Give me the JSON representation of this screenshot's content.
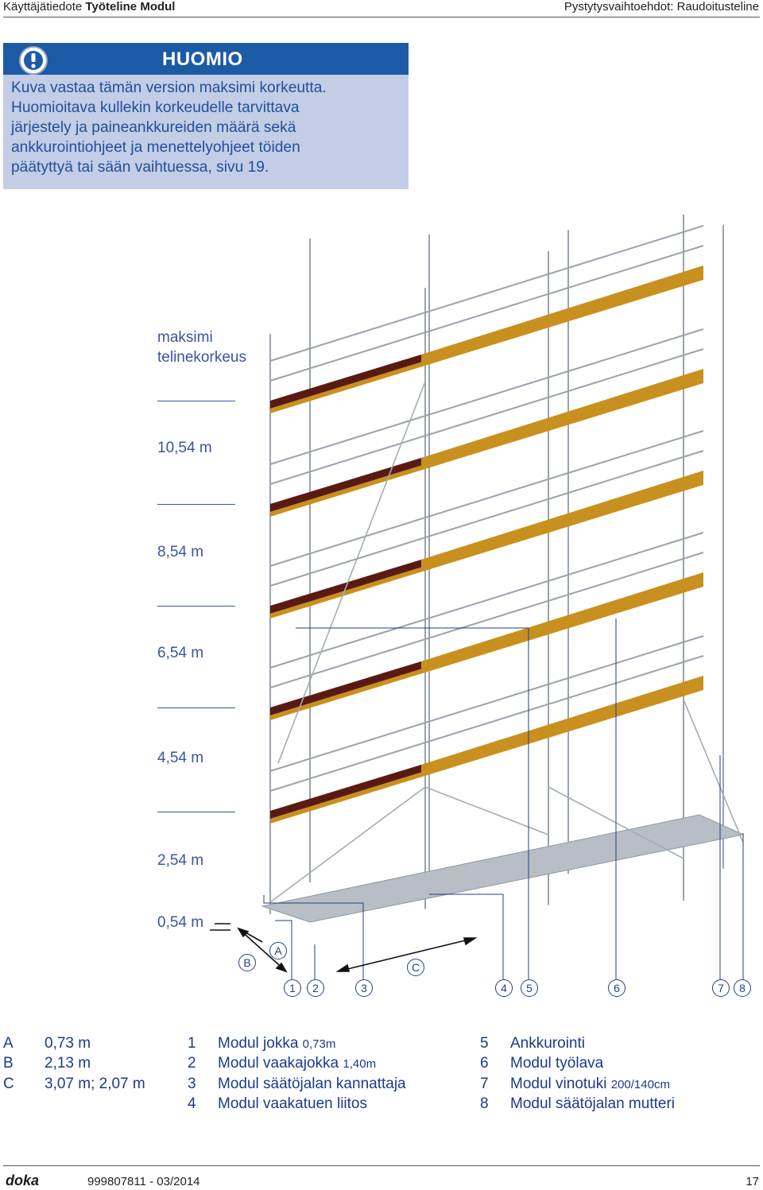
{
  "header": {
    "left_prefix": "Käyttäjätiedote",
    "left_title": "Työteline Modul",
    "right": "Pystytysvaihtoehdot: Raudoitusteline"
  },
  "notice": {
    "title": "HUOMIO",
    "icon": "exclamation-icon",
    "lines": [
      "Kuva vastaa tämän version maksimi korkeutta.",
      "Huomioitava kullekin korkeudelle tarvittava",
      "järjestely ja paineankkureiden määrä sekä",
      "ankkurointiohjeet ja menettelyohjeet töiden",
      "päätyttyä tai sään vaihtuessa, sivu 19."
    ],
    "colors": {
      "bar": "#1c5aa6",
      "panel": "#c3cde6",
      "text": "#1f4f9c"
    }
  },
  "figure": {
    "height_caption_1": "maksimi",
    "height_caption_2": "telinekorkeus",
    "levels": [
      "10,54 m",
      "8,54 m",
      "6,54 m",
      "4,54 m",
      "2,54 m",
      "0,54 m"
    ],
    "dimension_letters": [
      "B",
      "A",
      "C"
    ],
    "callouts": [
      "1",
      "2",
      "3",
      "4",
      "5",
      "6",
      "7",
      "8"
    ],
    "colors": {
      "frame": "#9aa3ad",
      "plank": "#c8901e",
      "plank_dark": "#5a1a14",
      "deck": "#b8bec6"
    }
  },
  "legend": {
    "dimensions": [
      {
        "key": "A",
        "value": "0,73 m"
      },
      {
        "key": "B",
        "value": "2,13 m"
      },
      {
        "key": "C",
        "value": "3,07 m; 2,07 m"
      }
    ],
    "parts_col1": [
      {
        "no": "1",
        "label": "Modul jokka",
        "small": "0,73m"
      },
      {
        "no": "2",
        "label": "Modul vaakajokka",
        "small": "1,40m"
      },
      {
        "no": "3",
        "label": "Modul säätöjalan kannattaja",
        "small": ""
      },
      {
        "no": "4",
        "label": "Modul vaakatuen liitos",
        "small": ""
      }
    ],
    "parts_col2": [
      {
        "no": "5",
        "label": "Ankkurointi",
        "small": ""
      },
      {
        "no": "6",
        "label": "Modul työlava",
        "small": ""
      },
      {
        "no": "7",
        "label": "Modul vinotuki",
        "small": "200/140cm"
      },
      {
        "no": "8",
        "label": "Modul säätöjalan mutteri",
        "small": ""
      }
    ]
  },
  "footer": {
    "logo": "doka",
    "doc_number": "999807811 - 03/2014",
    "page": "17"
  }
}
